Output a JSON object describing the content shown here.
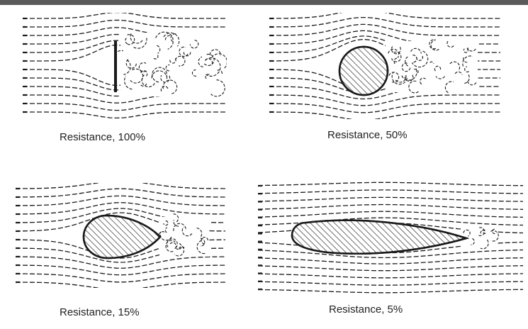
{
  "diagrams": [
    {
      "shape": "flat-plate",
      "caption": "Resistance, 100%"
    },
    {
      "shape": "cylinder",
      "caption": "Resistance, 50%"
    },
    {
      "shape": "teardrop",
      "caption": "Resistance, 15%"
    },
    {
      "shape": "airfoil",
      "caption": "Resistance, 5%"
    }
  ],
  "colors": {
    "line": "#1a1a1a",
    "bar": "#5a5a5a"
  }
}
